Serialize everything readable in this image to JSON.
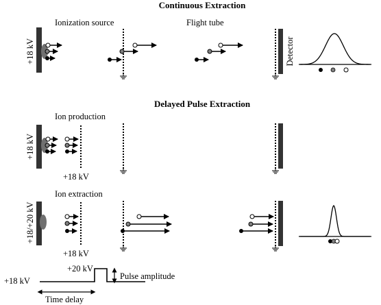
{
  "sections": {
    "continuous": {
      "title": "Continuous Extraction",
      "source_label": "Ionization source",
      "tube_label": "Flight tube",
      "voltage": "+18 kV",
      "detector_label": "Detector"
    },
    "delayed": {
      "title": "Delayed Pulse Extraction",
      "production_label": "Ion production",
      "production_voltage": "+18 kV",
      "production_grid_voltage": "+18 kV",
      "extraction_label": "Ion extraction",
      "extraction_voltage": "+18/+20 kV",
      "extraction_grid_voltage": "+18 kV"
    },
    "pulse": {
      "base_voltage": "+18 kV",
      "peak_voltage": "+20 kV",
      "amplitude_label": "Pulse amplitude",
      "delay_label": "Time delay"
    }
  },
  "colors": {
    "ink": "#000000",
    "plate": "#333333",
    "ion_cloud": "#707070",
    "ion_small": "#000000",
    "ion_medium": "#808080",
    "ion_large": "#ffffff"
  }
}
